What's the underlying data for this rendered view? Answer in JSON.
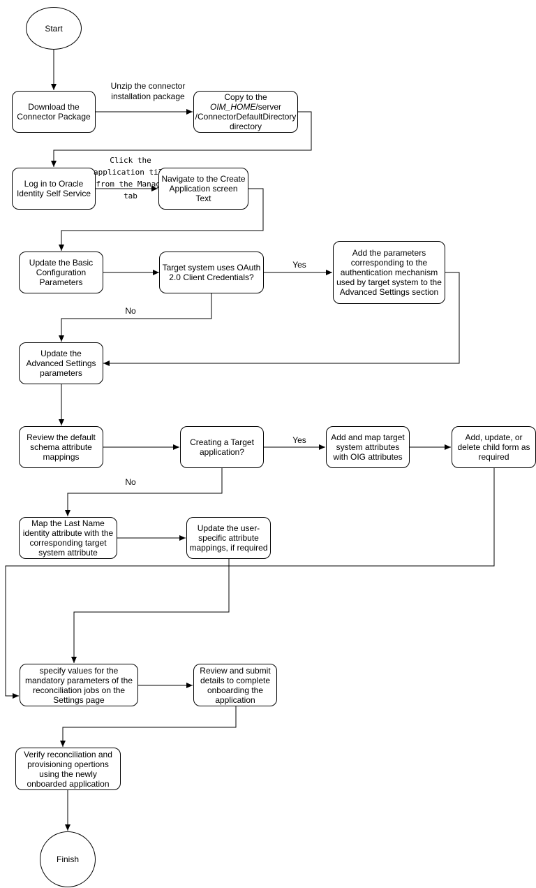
{
  "nodes": {
    "start": "Start",
    "download": "Download the Connector Package",
    "copy_line1": "Copy to the",
    "copy_oim_home": "OIM_HOME",
    "copy_line2": "/server",
    "copy_line3": "/ConnectorDefaultDirectory",
    "copy_line4": "directory",
    "login": "Log in to Oracle Identity Self Service",
    "navigate": "Navigate to the Create Application screen Text",
    "update_basic": "Update the Basic Configuration Parameters",
    "oauth_decision": "Target system uses OAuth 2.0 Client Credentials?",
    "add_params": "Add the parameters corresponding to the authentication mechanism used by target system to the Advanced Settings section",
    "update_advanced": "Update the Advanced Settings parameters",
    "review_schema": "Review the default schema attribute mappings",
    "creating_target": "Creating a Target application?",
    "add_map": "Add and map target system attributes with OIG attributes",
    "child_form": "Add, update, or delete child form as required",
    "map_lastname": "Map the Last Name identity attribute with the corresponding target system attribute",
    "update_user": "Update the user-specific attribute mappings, if required",
    "specify_values": "specify values for the mandatory parameters of the reconciliation jobs on the Settings page",
    "review_submit": "Review and submit details to complete onboarding the application",
    "verify": "Verify reconciliation and provisioning opertions using the newly onboarded application",
    "finish": "Finish"
  },
  "edge_labels": {
    "unzip": "Unzip the connector installation package",
    "click_tile": "Click the application tile from the Manage tab",
    "yes_oauth": "Yes",
    "no_oauth": "No",
    "yes_target": "Yes",
    "no_target": "No"
  },
  "colors": {
    "stroke": "#000000",
    "fill": "#ffffff"
  }
}
